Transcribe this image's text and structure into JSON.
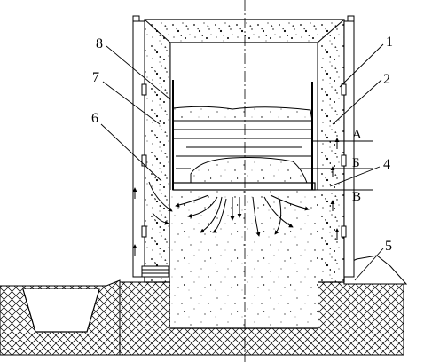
{
  "diagram": {
    "callouts": [
      {
        "id": "1",
        "text": "1"
      },
      {
        "id": "2",
        "text": "2"
      },
      {
        "id": "4",
        "text": "4"
      },
      {
        "id": "5",
        "text": "5"
      },
      {
        "id": "6",
        "text": "6"
      },
      {
        "id": "7",
        "text": "7"
      },
      {
        "id": "8",
        "text": "8"
      }
    ],
    "zones": [
      {
        "id": "A",
        "text": "А"
      },
      {
        "id": "B",
        "text": "Б"
      },
      {
        "id": "V",
        "text": "В"
      }
    ]
  }
}
